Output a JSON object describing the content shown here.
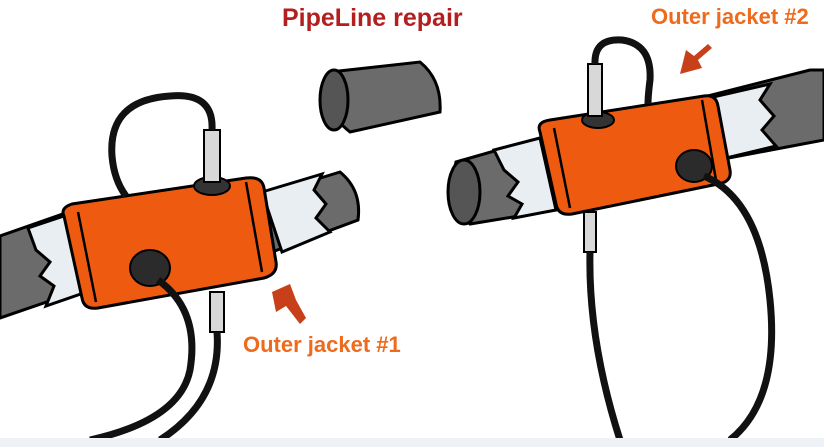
{
  "title": "PipeLine repair",
  "labels": {
    "jacket_1": "Outer jacket #1",
    "jacket_2": "Outer jacket #2"
  },
  "colors": {
    "title": "#b41e1e",
    "label": "#ee6a1c",
    "jacket": "#ee5a10",
    "pipe": "#6b6b6b",
    "pipe_dark": "#555555",
    "wrap": "#e8eef2",
    "cable": "#111111",
    "arrow": "#c8401a"
  }
}
